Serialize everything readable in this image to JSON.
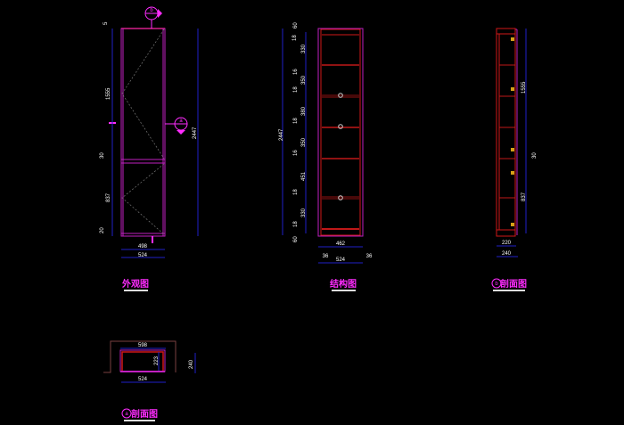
{
  "views": {
    "elevation": {
      "title": "外观图",
      "dims": {
        "top": "5",
        "upper": "1555",
        "rail": "30",
        "lower": "837",
        "bottom": "20",
        "total": "2447",
        "inner_width": "498",
        "outer_width": "524"
      },
      "section_marks": [
        "b",
        "a"
      ]
    },
    "structure": {
      "title": "结构图",
      "dims": {
        "total": "2447",
        "chain": [
          "60",
          "18",
          "330",
          "16",
          "350",
          "18",
          "380",
          "18",
          "350",
          "16",
          "451",
          "18",
          "330",
          "18",
          "60"
        ],
        "inner_width": "462",
        "side_left": "36",
        "side_right": "36",
        "outer_width": "524"
      }
    },
    "section_b": {
      "badge": "b",
      "title": "剖面图",
      "dims": {
        "upper": "1555",
        "rail": "30",
        "lower": "837",
        "inner_depth": "220",
        "outer_depth": "240"
      }
    },
    "section_a": {
      "badge": "a",
      "title": "剖面图",
      "dims": {
        "top_width": "598",
        "inner_height": "223",
        "bottom_width": "524",
        "depth": "240"
      }
    }
  },
  "colors": {
    "background": "#000000",
    "dimension": "#2020c8",
    "frame": "#d01818",
    "title": "#ff2cff"
  }
}
